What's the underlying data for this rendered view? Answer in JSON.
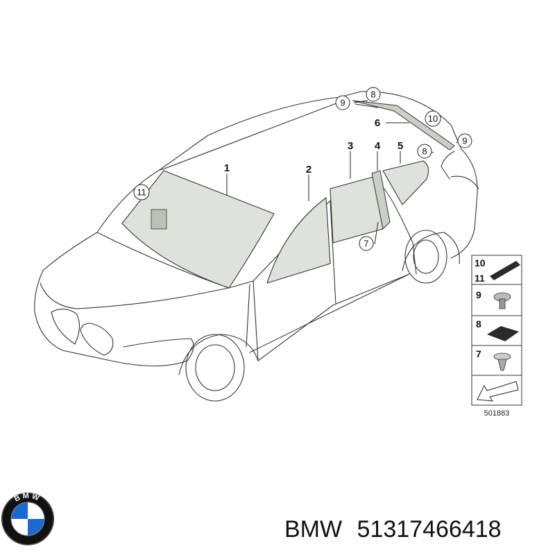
{
  "callouts": {
    "c1": "1",
    "c2": "2",
    "c3": "3",
    "c4": "4",
    "c5": "5",
    "c6": "6",
    "c7": "7",
    "c8_top": "8",
    "c8_right": "8",
    "c9_top": "9",
    "c9_right": "9",
    "c10": "10",
    "c11": "11"
  },
  "legend": {
    "items": [
      "10",
      "11",
      "9",
      "8",
      "7"
    ]
  },
  "reference_number": "501883",
  "caption": {
    "brand": "BMW",
    "part_number": "51317466418"
  },
  "logo": {
    "icon": "bmw-roundel-icon",
    "text": "BMW",
    "colors": {
      "blue": "#1c69d4",
      "white": "#ffffff",
      "black": "#111111"
    }
  }
}
